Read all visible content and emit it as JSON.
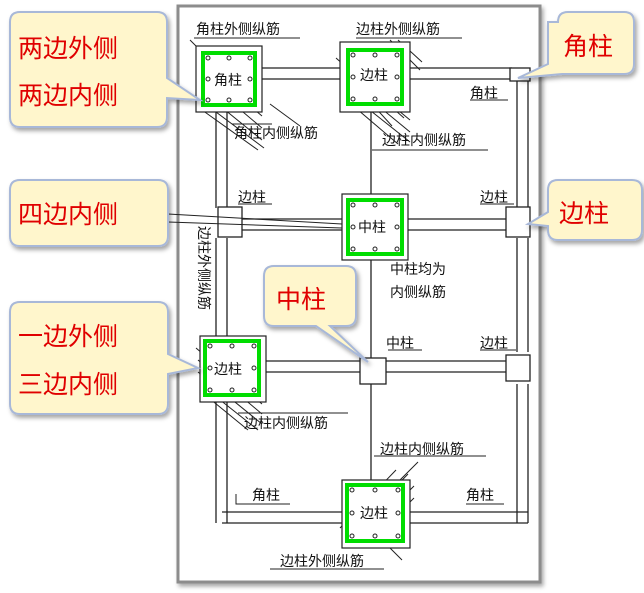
{
  "colors": {
    "column_border": "#00dd00",
    "callout_fill": "#fff6cc",
    "callout_stroke": "#a8b8d8",
    "callout_text": "#e00000",
    "frame_background": "#ffffff",
    "page_background": "#ffffff"
  },
  "labels": {
    "top_left_outer": "角柱外侧纵筋",
    "top_left_col": "角柱",
    "top_left_inner": "角柱内侧纵筋",
    "top_mid_outer": "边柱外侧纵筋",
    "top_mid_col": "边柱",
    "top_mid_inner": "边柱内侧纵筋",
    "top_right_col": "角柱",
    "row2_left_col": "边柱",
    "center_col": "中柱",
    "center_note_line1": "中柱均为",
    "center_note_line2": "内侧纵筋",
    "row2_right_col": "边柱",
    "left_vertical_outer": "边柱外侧纵筋",
    "row3_left_col": "边柱",
    "row3_left_inner": "边柱内侧纵筋",
    "row3_mid_col": "中柱",
    "row3_right_col": "边柱",
    "bottom_mid_inner": "边柱内侧纵筋",
    "bottom_left_col": "角柱",
    "bottom_mid_col": "边柱",
    "bottom_right_col": "角柱",
    "bottom_mid_outer": "边柱外侧纵筋"
  },
  "callouts": {
    "corner_line1": "两边外侧",
    "corner_line2": "两边内侧",
    "corner_column": "角柱",
    "four_inner": "四边内侧",
    "edge_column": "边柱",
    "center_column": "中柱",
    "edge_line1": "一边外侧",
    "edge_line2": "三边内侧"
  }
}
